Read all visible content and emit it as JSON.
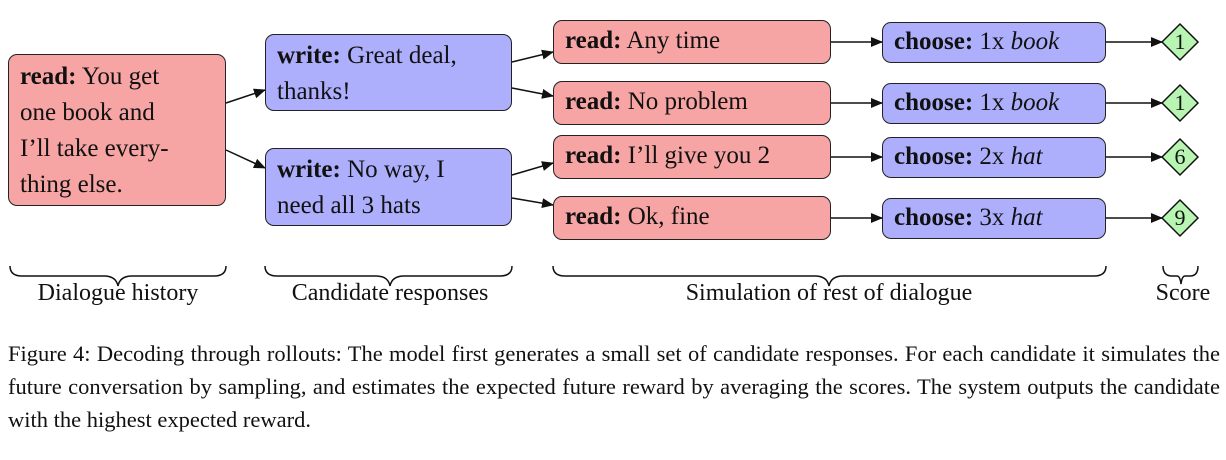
{
  "history": {
    "keyword": "read:",
    "lines": [
      "You get",
      "one book and",
      "I’ll take every-",
      "thing else."
    ]
  },
  "candidates": [
    {
      "keyword": "write:",
      "line1": "Great deal,",
      "line2": "thanks!"
    },
    {
      "keyword": "write:",
      "line1": "No way, I",
      "line2": "need all 3 hats"
    }
  ],
  "rollouts": [
    {
      "read_kw": "read:",
      "read_text": "Any time",
      "choose_kw": "choose:",
      "qty": "1x",
      "item": "book",
      "score": "1"
    },
    {
      "read_kw": "read:",
      "read_text": "No problem",
      "choose_kw": "choose:",
      "qty": "1x",
      "item": "book",
      "score": "1"
    },
    {
      "read_kw": "read:",
      "read_text": "I’ll give you 2",
      "choose_kw": "choose:",
      "qty": "2x",
      "item": "hat",
      "score": "6"
    },
    {
      "read_kw": "read:",
      "read_text": "Ok, fine",
      "choose_kw": "choose:",
      "qty": "3x",
      "item": "hat",
      "score": "9"
    }
  ],
  "labels": {
    "history": "Dialogue history",
    "candidates": "Candidate responses",
    "simulation": "Simulation of rest of dialogue",
    "score": "Score"
  },
  "caption": "Figure 4:  Decoding through rollouts: The model first generates a small set of candidate responses. For each candidate it simulates the future conversation by sampling, and estimates the expected future reward by averaging the scores. The system outputs the candidate with the highest expected reward.",
  "colors": {
    "read": "#f7a4a4",
    "write": "#adaefc",
    "score": "#b8f5b3"
  }
}
